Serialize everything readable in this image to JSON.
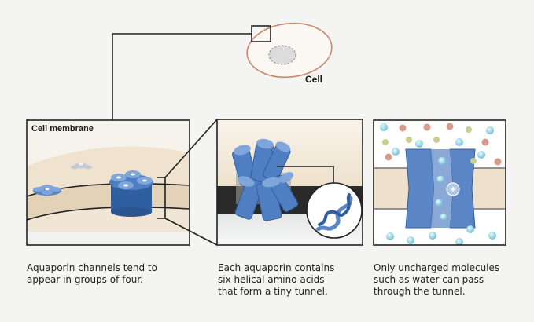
{
  "cell_label": "Cell",
  "panel1": {
    "title": "Cell membrane",
    "caption": [
      "Aquaporin channels tend to",
      "appear in groups of four."
    ]
  },
  "panel2": {
    "caption": [
      "Each aquaporin contains",
      "six helical amino acids",
      "that form a tiny tunnel."
    ]
  },
  "panel3": {
    "caption": [
      "Only uncharged molecules",
      "such as water can pass",
      "through the tunnel."
    ],
    "ion_symbol": "+"
  },
  "colors": {
    "page_bg": "#f4f4f2",
    "cell_outline": "#c9886a",
    "membrane_beige": "#e9d9c2",
    "channel_blue": "#5a86c6",
    "channel_dark": "#2f5fa0",
    "ion_red": "#d99a8c",
    "ion_green": "#c9cf8e",
    "water_cyan": "#8fd3e6",
    "frame": "#222222"
  },
  "icons": [
    "aquaporin-cluster-icon",
    "helix-icon",
    "water-molecule-icon",
    "ion-icon"
  ]
}
